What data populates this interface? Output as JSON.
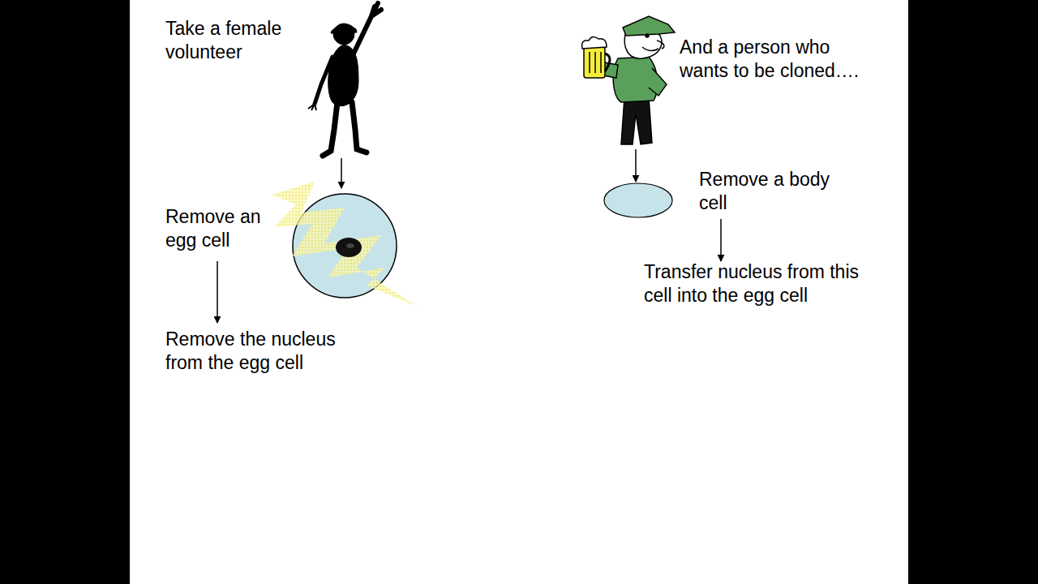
{
  "diagram": {
    "labels": [
      "Take a female volunteer",
      "Remove an egg cell",
      "Remove the nucleus from the egg cell",
      "And a person who wants to be cloned….",
      "Remove a body cell",
      "Transfer nucleus from this cell into the egg cell"
    ]
  }
}
